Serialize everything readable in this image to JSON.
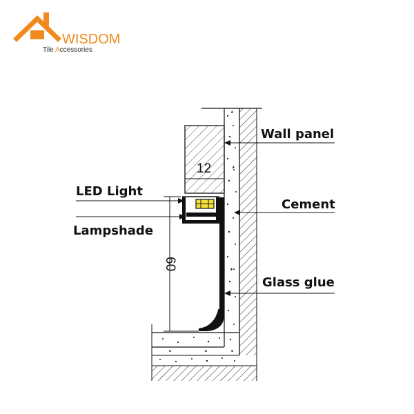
{
  "brand": {
    "name": "WISDOM",
    "tagline_prefix": "Tile ",
    "tagline_accent": "A",
    "tagline_suffix": "ccessories",
    "color": "#f08a1c"
  },
  "labels": {
    "wall_panel": "Wall panel",
    "led_light": "LED Light",
    "cement": "Cement",
    "lampshade": "Lampshade",
    "glass_glue": "Glass glue"
  },
  "dimensions": {
    "width": "12",
    "height": "60"
  },
  "colors": {
    "line": "#111111",
    "led": "#f5e03a"
  }
}
